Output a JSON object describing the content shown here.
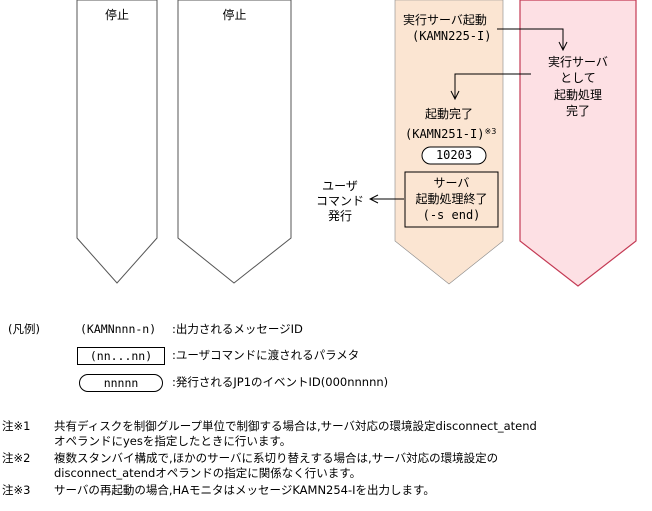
{
  "columns": {
    "col1_label": "停止",
    "col2_label": "停止"
  },
  "col3": {
    "start_title": "実行サーバ起動",
    "start_msg": "(KAMN225-I)",
    "complete_title": "起動完了",
    "complete_msg": "(KAMN251-I)",
    "complete_note_ref": "※3",
    "event_id": "10203",
    "box_line1": "サーバ",
    "box_line2": "起動処理終了",
    "box_line3": "(-s end)"
  },
  "col4": {
    "line1": "実行サーバ",
    "line2": "として",
    "line3": "起動処理",
    "line4": "完了"
  },
  "user_command": {
    "line1": "ユーザ",
    "line2": "コマンド",
    "line3": "発行"
  },
  "legend": {
    "title": "(凡例)",
    "msg_sample": "(KAMNnnn-n)",
    "msg_desc": ":出力されるメッセージID",
    "param_sample": "(nn...nn)",
    "param_desc": ":ユーザコマンドに渡されるパラメタ",
    "event_sample": "nnnnn",
    "event_desc": ":発行されるJP1のイベントID(000nnnnn)"
  },
  "notes": [
    {
      "label": "注※1",
      "text": "共有ディスクを制御グループ単位で制御する場合は,サーバ対応の環境設定disconnect_atend\nオペランドにyesを指定したときに行います。"
    },
    {
      "label": "注※2",
      "text": "複数スタンバイ構成で,ほかのサーバに系切り替えする場合は,サーバ対応の環境設定の\ndisconnect_atendオペランドの指定に関係なく行います。"
    },
    {
      "label": "注※3",
      "text": "サーバの再起動の場合,HAモニタはメッセージKAMN254-Iを出力します。"
    }
  ],
  "colors": {
    "col3_fill": "#fbe5d2",
    "col4_fill": "#fde0e4",
    "stroke": "#555555"
  }
}
